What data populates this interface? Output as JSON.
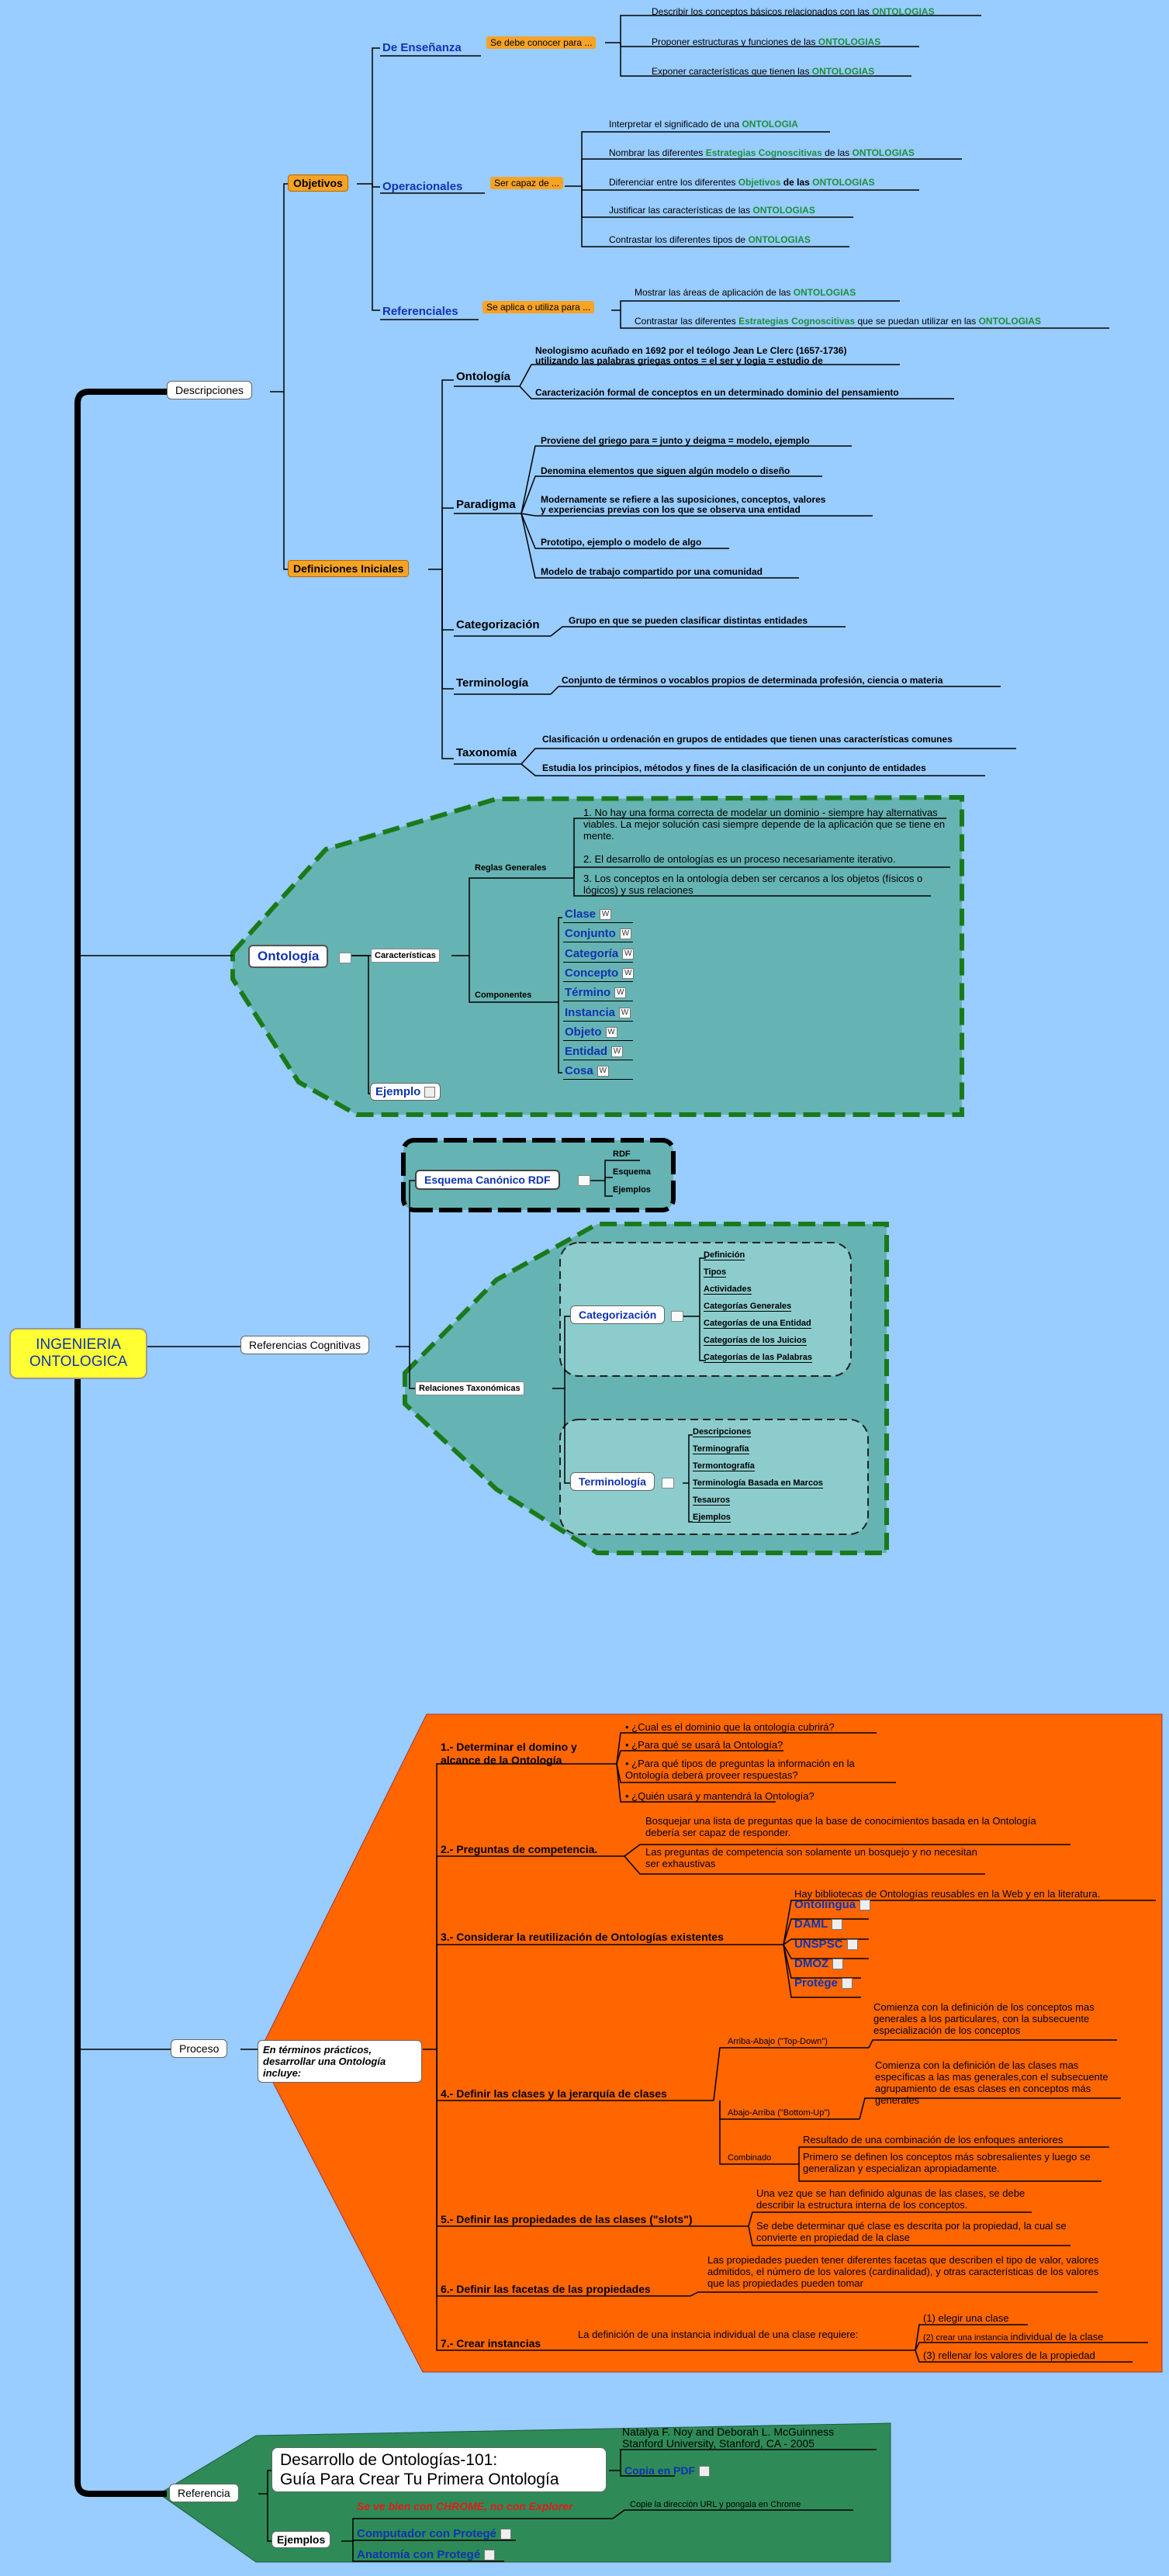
{
  "root": "INGENIERIA\nONTOLOGICA",
  "descripciones": {
    "label": "Descripciones",
    "objetivos": {
      "label": "Objetivos",
      "ensenanza": {
        "label": "De Enseñanza",
        "connector": "Se debe conocer para ...",
        "items": [
          {
            "text": "Describir los conceptos básicos relacionados con las ",
            "hl": "ONTOLOGIAS"
          },
          {
            "text": "Proponer estructuras  y funciones de las ",
            "hl": "ONTOLOGIAS"
          },
          {
            "text": "Exponer características que tienen las ",
            "hl": "ONTOLOGIAS"
          }
        ]
      },
      "operacionales": {
        "label": "Operacionales",
        "connector": "Ser capaz de ...",
        "items": [
          {
            "pre": "Interpretar el significado de una ",
            "hl": "ONTOLOGIA"
          },
          {
            "pre": "Nombrar las diferentes ",
            "mid": "Estrategias Cognoscitivas",
            "post": " de las ",
            "hl": "ONTOLOGIAS"
          },
          {
            "pre": "Diferenciar entre los diferentes ",
            "mid": "Objetivos",
            "post": " de las ",
            "hl": "ONTOLOGIAS"
          },
          {
            "pre": "Justificar las características de las ",
            "hl": "ONTOLOGIAS"
          },
          {
            "pre": "Contrastar los diferentes tipos de ",
            "hl": "ONTOLOGIAS"
          }
        ]
      },
      "referenciales": {
        "label": "Referenciales",
        "connector": "Se aplica o utiliza para ...",
        "items": [
          {
            "pre": "Mostrar las áreas de aplicación  de las ",
            "hl": "ONTOLOGIAS"
          },
          {
            "pre": "Contrastar las diferentes ",
            "mid": "Estrategias Cognoscitivas",
            "post": " que se puedan utilizar en las ",
            "hl": "ONTOLOGIAS"
          }
        ]
      }
    },
    "definiciones": {
      "label": "Definiciones Iniciales",
      "ontologia": {
        "label": "Ontología",
        "items": [
          "Neologismo acuñado en 1692 por el teólogo Jean Le Clerc (1657-1736)",
          "utilizando las palabras griegas ontos = el ser y logia = estudio de",
          "Caracterización formal de conceptos en un determinado dominio del pensamiento"
        ]
      },
      "paradigma": {
        "label": "Paradigma",
        "items": [
          "Proviene del griego para = junto y deigma = modelo, ejemplo",
          "Denomina elementos que siguen algún modelo o diseño",
          "Modernamente se refiere a las suposiciones, conceptos, valores",
          "y experiencias previas con los que se observa una entidad",
          "Prototipo, ejemplo o modelo de algo",
          "Modelo de trabajo compartido por una comunidad"
        ]
      },
      "categorizacion": {
        "label": "Categorización",
        "item": "Grupo en que se pueden clasificar distintas entidades"
      },
      "terminologia": {
        "label": "Terminología",
        "item": "Conjunto de términos o vocablos propios de determinada profesión, ciencia o materia"
      },
      "taxonomia": {
        "label": "Taxonomía",
        "items": [
          "Clasificación u ordenación en grupos de entidades que tienen unas características comunes",
          "Estudia los principios, métodos y fines de la clasificación de un conjunto de entidades"
        ]
      }
    }
  },
  "ontologia": {
    "label": "Ontología",
    "caracteristicas": "Características",
    "reglas_label": "Reglas Generales",
    "reglas": [
      "1. No hay una forma correcta de modelar un dominio - siempre hay alternativas viables. La mejor solución casi siempre depende de la aplicación que se tiene en mente.",
      "2. El desarrollo de ontologías es un proceso necesariamente iterativo.",
      "3. Los conceptos en la ontología deben ser cercanos a los objetos (físicos o lógicos) y sus relaciones"
    ],
    "componentes_label": "Componentes",
    "componentes": [
      "Clase",
      "Conjunto",
      "Categoría",
      "Concepto",
      "Término",
      "Instancia",
      "Objeto",
      "Entidad",
      "Cosa"
    ],
    "ejemplo": "Ejemplo",
    "wiki_icon": "W"
  },
  "referencias": {
    "label": "Referencias Cognitivas",
    "esquema": {
      "label": "Esquema Canónico RDF",
      "items": [
        "RDF",
        "Esquema",
        "Ejemplos"
      ]
    },
    "relaciones": "Relaciones Taxonómicas",
    "categorizacion": {
      "label": "Categorización",
      "items": [
        "Definición",
        "Tipos",
        "Actividades",
        "Categorías Generales",
        "Categorías de una Entidad",
        "Categorías de los Juicios",
        "Categorías de las Palabras"
      ]
    },
    "terminologia": {
      "label": "Terminología",
      "items": [
        "Descripciones",
        "Terminografía",
        "Termontografía",
        "Terminología Basada en Marcos",
        "Tesauros",
        "Ejemplos"
      ]
    }
  },
  "proceso": {
    "label": "Proceso",
    "intro": "En términos prácticos, desarrollar una Ontología incluye:",
    "step1": {
      "label": "1.- Determinar el domino y alcance de la Ontología",
      "items": [
        "• ¿Cual es el dominio que la ontología cubrirá?",
        "• ¿Para qué se usará la Ontología?",
        "• ¿Para qué tipos de preguntas la información en la Ontología deberá proveer respuestas?",
        "• ¿Quién usará y mantendrá la Ontología?"
      ]
    },
    "step2": {
      "label": "2.- Preguntas de competencia.",
      "items": [
        "Bosquejar una lista de preguntas que la base de conocimientos basada en la Ontología debería ser capaz de responder.",
        "Las preguntas de competencia son solamente un bosquejo y no necesitan ser exhaustivas"
      ]
    },
    "step3": {
      "label": "3.- Considerar la reutilización de Ontologías existentes",
      "intro": "Hay bibliotecas de Ontologías reusables en la Web y en la literatura.",
      "links": [
        "Ontolingua",
        "DAML",
        "UNSPSC",
        "DMOZ",
        "Protége"
      ]
    },
    "step4": {
      "label": "4.- Definir las clases y la jerarquía de clases",
      "arriba": {
        "label": "Arriba-Abajo (\"Top-Down\")",
        "text": "Comienza con la definición de los conceptos mas generales a los particulares, con  la subsecuente especialización de los conceptos"
      },
      "abajo": {
        "label": "Abajo-Arriba (\"Bottom-Up\")",
        "text": "Comienza con la definición de las clases mas específicas a las mas generales,con el subsecuente agrupamiento de esas clases en conceptos más generales"
      },
      "combinado": {
        "label": "Combinado",
        "items": [
          "Resultado de una combinación de los enfoques anteriores",
          "Primero se definen los conceptos más sobresalientes y luego se generalizan y especializan apropiadamente."
        ]
      }
    },
    "step5": {
      "label": "5.- Definir las propiedades de las clases (\"slots\")",
      "items": [
        "Una vez que se han definido algunas de las clases, se debe describir la estructura interna de los conceptos.",
        "Se debe determinar qué clase es descrita por la propiedad, la cual se convierte en propiedad de la clase"
      ]
    },
    "step6": {
      "label": "6.- Definir las facetas de las propiedades",
      "text": "Las propiedades pueden tener diferentes facetas que describen el tipo de valor, valores admitidos, el número de los valores (cardinalidad), y otras características de los valores que las propiedades pueden tomar"
    },
    "step7": {
      "label": "7.- Crear instancias",
      "text": "La definición de una instancia individual de una clase requiere:",
      "items": [
        "(1) elegir una clase",
        "(2) crear una instancia",
        "individual de la clase",
        "(3) rellenar los valores de la propiedad"
      ]
    }
  },
  "referencia": {
    "label": "Referencia",
    "title": "Desarrollo de Ontologías-101:\nGuía Para Crear Tu Primera Ontología",
    "authors": "Natalya F. Noy and Deborah L. McGuinness",
    "affil": "Stanford University, Stanford, CA - 2005",
    "pdf": "Copia en PDF",
    "ejemplos": "Ejemplos",
    "warning": "Se ve bien con CHROME, no con Explorer",
    "copy": "Copie la dirección URL y pongala en Chrome",
    "links": [
      "Computador con Protegé",
      "Anatomía con Protegé"
    ]
  },
  "colors": {
    "background": "#99ccff",
    "orange": "#ff6600",
    "teal": "#66b3b3",
    "green_border": "#1a7a1a",
    "root": "#ffff33",
    "blue_text": "#1033b0",
    "green_text": "#1e8e3e"
  }
}
